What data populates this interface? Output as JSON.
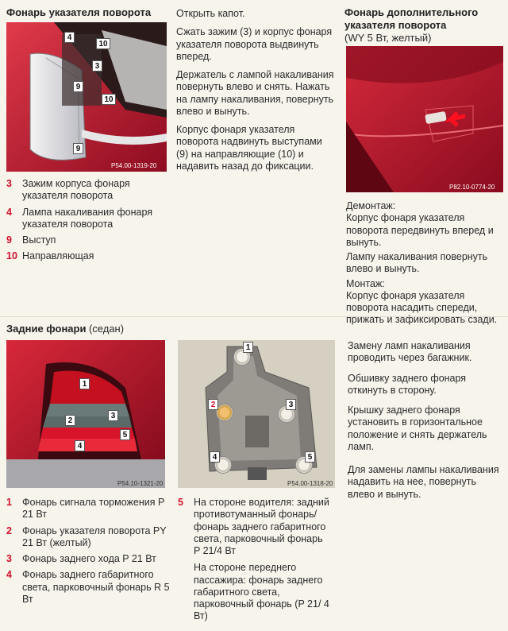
{
  "s1": {
    "title": "Фонарь указателя поворота",
    "caption": "P54.00-1319-20",
    "callouts": [
      "4",
      "10",
      "3",
      "9",
      "10",
      "9"
    ],
    "steps": [
      "Открыть капот.",
      "Сжать зажим (3) и корпус фонаря указателя поворота выдвинуть вперед.",
      "Держатель с лампой накаливания повернуть влево и снять. Нажать на лампу накаливания, повернуть влево и вынуть.",
      "Корпус фонаря указателя поворота надвинуть выступами (9) на направляющие (10) и надавить назад до фиксации."
    ],
    "legend": [
      {
        "n": "3",
        "t": "Зажим корпуса фонаря указателя поворота"
      },
      {
        "n": "4",
        "t": "Лампа накаливания фонаря указателя поворота"
      },
      {
        "n": "9",
        "t": "Выступ"
      },
      {
        "n": "10",
        "t": "Направляющая"
      }
    ]
  },
  "s2": {
    "title": "Фонарь дополнительного указателя поворота",
    "subtitle": "(WY 5 Вт, желтый)",
    "caption": "P82.10-0774-20",
    "lines": [
      "Демонтаж:",
      "Корпус фонаря указателя поворота передвинуть вперед и вынуть.",
      "Лампу накаливания повернуть влево и вынуть.",
      "Монтаж:",
      "Корпус фонаря указателя поворота насадить спереди, прижать и зафиксировать сзади."
    ]
  },
  "s3": {
    "title": "Задние фонари",
    "subtitle": "(седан)",
    "caption_left": "P54.10-1321-20",
    "caption_right": "P54.00-1318-20",
    "left_callouts": [
      "1",
      "2",
      "3",
      "4",
      "5"
    ],
    "right_callouts": [
      "1",
      "2",
      "3",
      "4",
      "5"
    ],
    "steps": [
      "Замену ламп накаливания проводить через багажник.",
      "Обшивку заднего фонаря откинуть в сторону.",
      "Крышку заднего фонаря установить в горизонтальное положение и снять держатель ламп.",
      "Для замены лампы накаливания надавить на нее, повернуть влево и вынуть."
    ],
    "legend_left": [
      {
        "n": "1",
        "t": "Фонарь сигнала торможения P 21 Вт"
      },
      {
        "n": "2",
        "t": "Фонарь указателя поворота PY 21 Вт (желтый)"
      },
      {
        "n": "3",
        "t": "Фонарь заднего хода P 21 Вт"
      },
      {
        "n": "4",
        "t": "Фонарь заднего габаритного света, парковочный фонарь R 5 Вт"
      }
    ],
    "legend_right": {
      "n": "5",
      "a": "На стороне водителя: задний противотуманный фонарь/фонарь заднего габаритного света, парковочный фонарь P 21/4 Вт",
      "b": "На стороне переднего пассажира: фонарь заднего габаритного света, парковочный фонарь (P 21/ 4 Вт)"
    }
  },
  "colors": {
    "accent": "#d0122a",
    "car_red": "#b8122a"
  }
}
